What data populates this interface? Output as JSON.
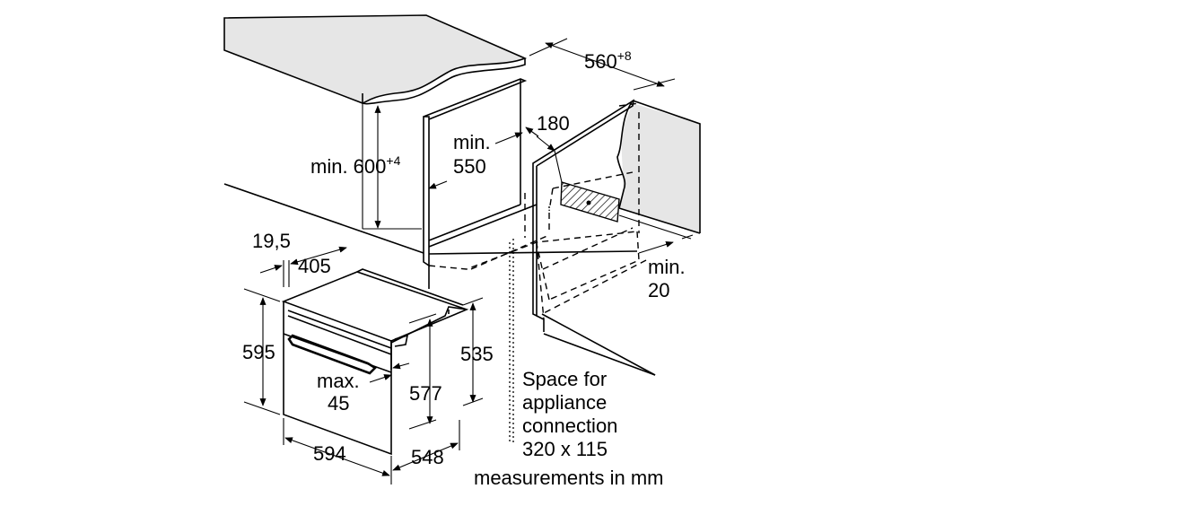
{
  "colors": {
    "line": "#000000",
    "counter_fill": "#e6e6e6",
    "background": "#ffffff"
  },
  "dimensions": {
    "niche_width": "560",
    "niche_width_tolerance": "+8",
    "niche_height_prefix": "min. 600",
    "niche_height_tolerance": "+4",
    "niche_depth_line1": "min.",
    "niche_depth_line2": "550",
    "cable_offset": "180",
    "gap_line1": "min.",
    "gap_line2": "20",
    "panel_thickness": "19,5",
    "front_depth": "405",
    "total_height": "595",
    "handle_line1": "max.",
    "handle_line2": "45",
    "body_height": "577",
    "rear_height": "535",
    "total_width": "594",
    "total_depth": "548"
  },
  "notes": {
    "connection_line1": "Space for",
    "connection_line2": "appliance",
    "connection_line3": "connection",
    "connection_line4": "320 x 115",
    "units": "measurements in mm"
  }
}
